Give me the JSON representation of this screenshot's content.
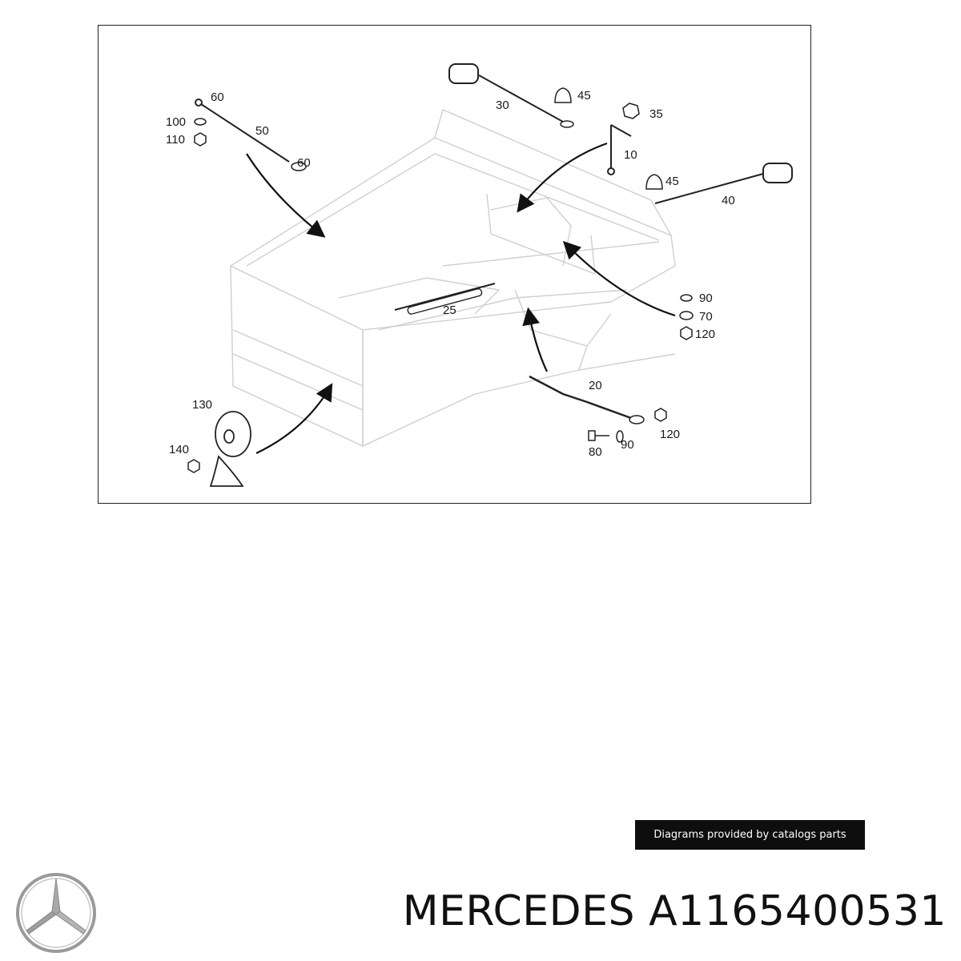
{
  "diagram": {
    "callouts": {
      "c60a": "60",
      "c100": "100",
      "c110": "110",
      "c50": "50",
      "c60b": "60",
      "c30": "30",
      "c45a": "45",
      "c35": "35",
      "c10": "10",
      "c45b": "45",
      "c40": "40",
      "c25": "25",
      "c90a": "90",
      "c70": "70",
      "c120a": "120",
      "c130": "130",
      "c140": "140",
      "c20": "20",
      "c80": "80",
      "c90b": "90",
      "c120b": "120"
    }
  },
  "credit": {
    "text": "Diagrams provided by catalogs parts"
  },
  "product": {
    "brand": "MERCEDES",
    "part_number": "A1165400531"
  },
  "logo": {
    "icon": "mercedes-star-icon",
    "color": "#9a9a9a"
  }
}
